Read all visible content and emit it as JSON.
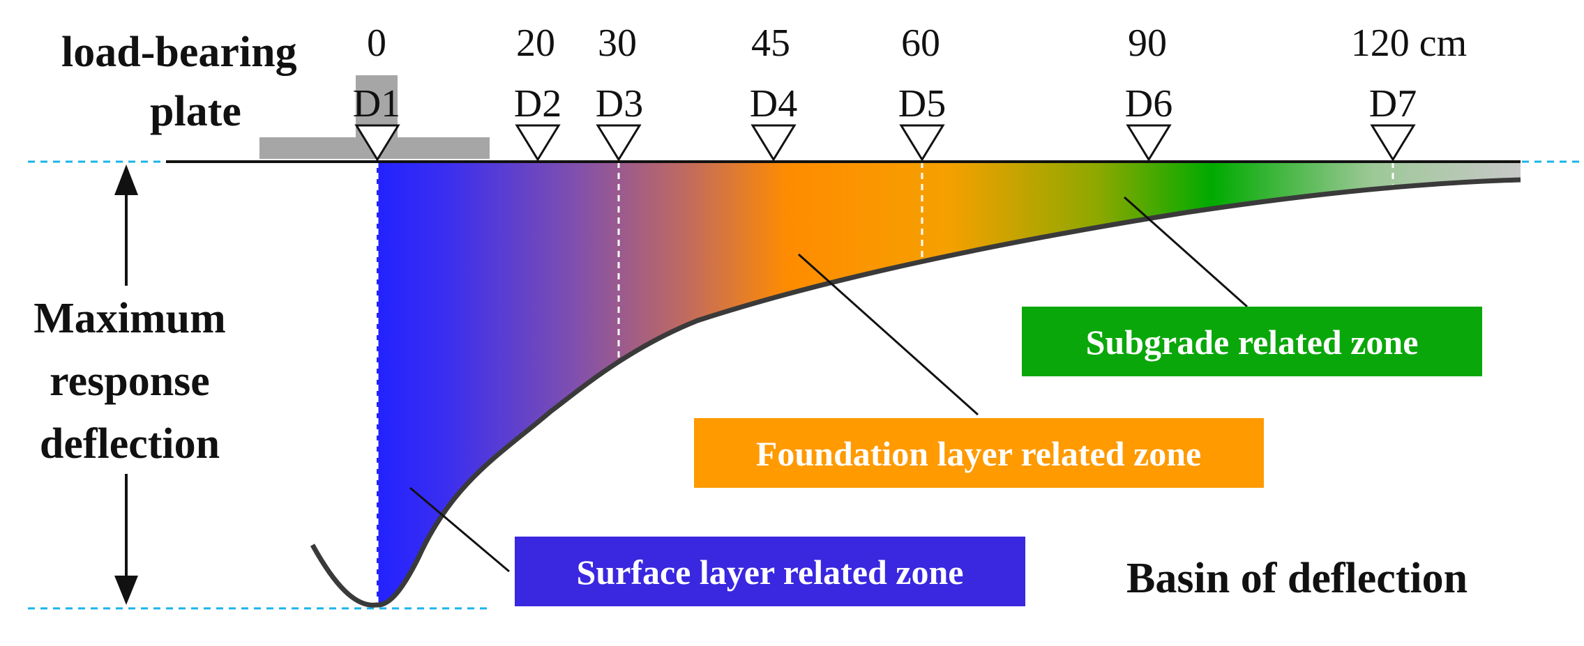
{
  "labels": {
    "plate_line1": "load-bearing",
    "plate_line2": "plate",
    "max_line1": "Maximum",
    "max_line2": "response",
    "max_line3": "deflection",
    "basin": "Basin of deflection"
  },
  "sensors": [
    {
      "id": "D1",
      "distance": "0"
    },
    {
      "id": "D2",
      "distance": "20"
    },
    {
      "id": "D3",
      "distance": "30"
    },
    {
      "id": "D4",
      "distance": "45"
    },
    {
      "id": "D5",
      "distance": "60"
    },
    {
      "id": "D6",
      "distance": "90"
    },
    {
      "id": "D7",
      "distance": "120 cm"
    }
  ],
  "zones": {
    "surface": {
      "label": "Surface layer related zone",
      "color": "#3a27e0"
    },
    "foundation": {
      "label": "Foundation layer related zone",
      "color": "#ff9a00"
    },
    "subgrade": {
      "label": "Subgrade related zone",
      "color": "#0aa70a"
    }
  },
  "colors": {
    "gradient_blue": "#2222ff",
    "gradient_orange": "#ff8c00",
    "gradient_green": "#00aa00",
    "gradient_grey": "#c8c8c8",
    "plate_grey": "#a6a6a6",
    "dash_cyan": "#19b4ea"
  }
}
